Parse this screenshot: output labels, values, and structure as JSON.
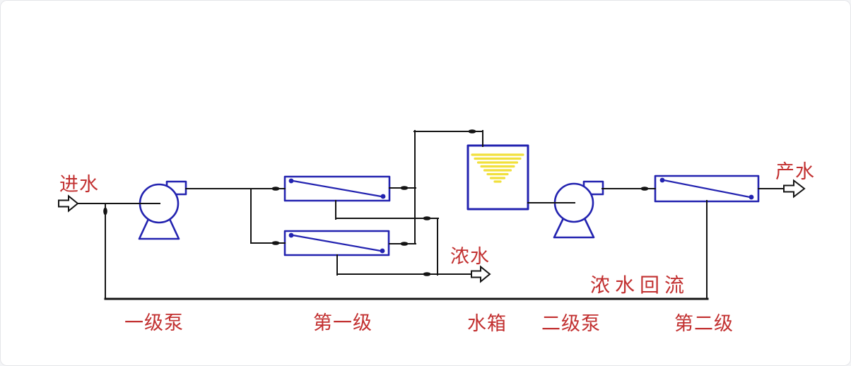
{
  "diagram_type": "two-stage reverse-osmosis water treatment process flow",
  "labels": {
    "feed": "进水",
    "product": "产水",
    "concentrate": "浓水",
    "concentrate_return": "浓水回流",
    "pump_stage1": "一级泵",
    "stage1": "第一级",
    "tank": "水箱",
    "pump_stage2": "二级泵",
    "stage2": "第二级"
  },
  "colors": {
    "pipe": "#141414",
    "equipment_outline": "#2323b0",
    "label_text": "#c23030",
    "tank_water": "#f1e03c",
    "background": "#ffffff"
  },
  "icons": {
    "pump": "pump-icon (circle with outlet block and trapezoid base)",
    "membrane": "membrane-module-icon (rectangle with diagonal)",
    "tank": "water-tank-icon (square with yellow level stripes)",
    "flow_arrow": "open-block-arrow-icon",
    "joint": "pipe-joint-dot"
  }
}
